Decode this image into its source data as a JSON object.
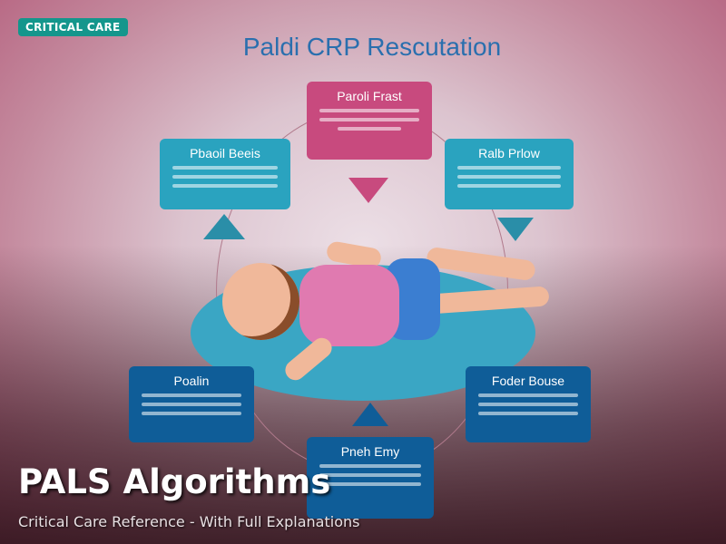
{
  "badge": "CRITICAL CARE",
  "title": "PALS Algorithms",
  "subtitle": "Critical Care Reference - With Full Explanations",
  "illustration": {
    "heading": "Paldi CRP Rescutation",
    "boxes": [
      "Paroli Frast",
      "Pbaoil Beeis",
      "Ralb Prlow",
      "Poalin",
      "Foder Bouse",
      "Pneh Emy"
    ]
  },
  "colors": {
    "badge": "#14968c",
    "pink": "#c84a7e",
    "teal": "#2aa3bf",
    "blue": "#0f5d98",
    "heading": "#2a6fae"
  }
}
